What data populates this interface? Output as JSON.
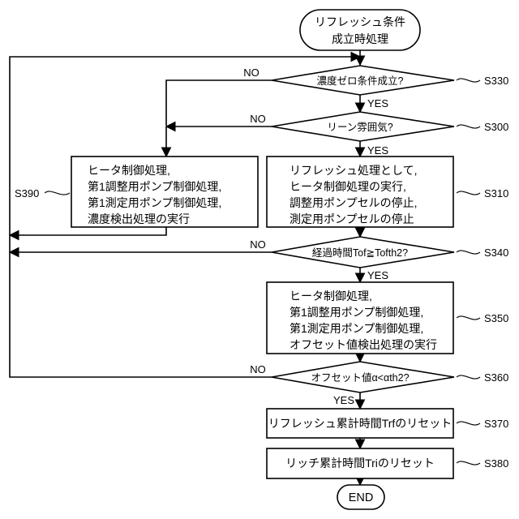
{
  "start": {
    "lines": [
      "リフレッシュ条件",
      "成立時処理"
    ]
  },
  "end": {
    "label": "END"
  },
  "decisions": {
    "s330": {
      "text": "濃度ゼロ条件成立?",
      "step": "S330",
      "no": "NO",
      "yes": "YES"
    },
    "s300": {
      "text": "リーン雰囲気?",
      "step": "S300",
      "no": "NO",
      "yes": "YES"
    },
    "s340": {
      "text": "経過時間Tof≧Tofth2?",
      "step": "S340",
      "no": "NO",
      "yes": "YES"
    },
    "s360": {
      "text": "オフセット値α<αth2?",
      "step": "S360",
      "no": "NO",
      "yes": "YES"
    }
  },
  "processes": {
    "s390": {
      "step": "S390",
      "lines": [
        "ヒータ制御処理,",
        "第1調整用ポンプ制御処理,",
        "第1測定用ポンプ制御処理,",
        "濃度検出処理の実行"
      ]
    },
    "s310": {
      "step": "S310",
      "lines": [
        "リフレッシュ処理として,",
        "ヒータ制御処理の実行,",
        "調整用ポンプセルの停止,",
        "測定用ポンプセルの停止"
      ]
    },
    "s350": {
      "step": "S350",
      "lines": [
        "ヒータ制御処理,",
        "第1調整用ポンプ制御処理,",
        "第1測定用ポンプ制御処理,",
        "オフセット値検出処理の実行"
      ]
    },
    "s370": {
      "step": "S370",
      "lines": [
        "リフレッシュ累計時間Trfのリセット"
      ]
    },
    "s380": {
      "step": "S380",
      "lines": [
        "リッチ累計時間Triのリセット"
      ]
    }
  }
}
